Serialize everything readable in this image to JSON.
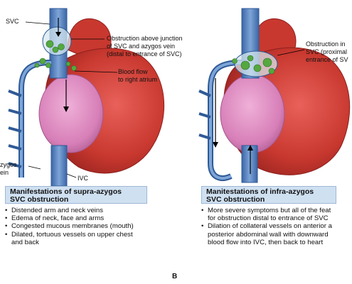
{
  "left_panel": {
    "labels": {
      "svc": "SVC",
      "obstruction_line1": "Obstruction above junction",
      "obstruction_line2": "of SVC and azygos vein",
      "obstruction_line3": "(distal to entrance of SVC)",
      "bloodflow_line1": "Blood flow",
      "bloodflow_line2": "to right atrium",
      "azygos_line1": "zygos",
      "azygos_line2": "ein",
      "ivc": "IVC"
    },
    "title_line1": "Manifestations of supra-azygos",
    "title_line2": "SVC obstruction",
    "items": [
      {
        "line1": "Distended arm and neck veins",
        "line2": ""
      },
      {
        "line1": "Edema of neck, face and arms",
        "line2": ""
      },
      {
        "line1": "Congested mucous membranes (mouth)",
        "line2": ""
      },
      {
        "line1": "Dilated, tortuous vessels on upper chest",
        "line2": "and back"
      }
    ]
  },
  "right_panel": {
    "labels": {
      "obstruction_line1": "Obstruction in",
      "obstruction_line2": "SVC (proximal",
      "obstruction_line3": "entrance of SV"
    },
    "title_line1": "Manitestations of infra-azygos",
    "title_line2": "SVC obstruction",
    "items": [
      {
        "line1": "More severe symptoms but all of the feat",
        "line2": "for obstruction distal to entrance of SVC"
      },
      {
        "line1": "Dilation of collateral vessels on anterior a",
        "line2": "posterior abdominal wall with downward"
      },
      {
        "line1": "blood flow into IVC, then back to heart",
        "line2": ""
      }
    ]
  },
  "figure_letter": "B",
  "colors": {
    "heart_red": "#c8382f",
    "heart_dark": "#8e1f1c",
    "atrium_pink": "#d77fb8",
    "vein_blue": "#5b86c3",
    "vein_dark": "#2f5a96",
    "clot_green": "#55a83f",
    "box_fill": "#cfe0f1"
  }
}
